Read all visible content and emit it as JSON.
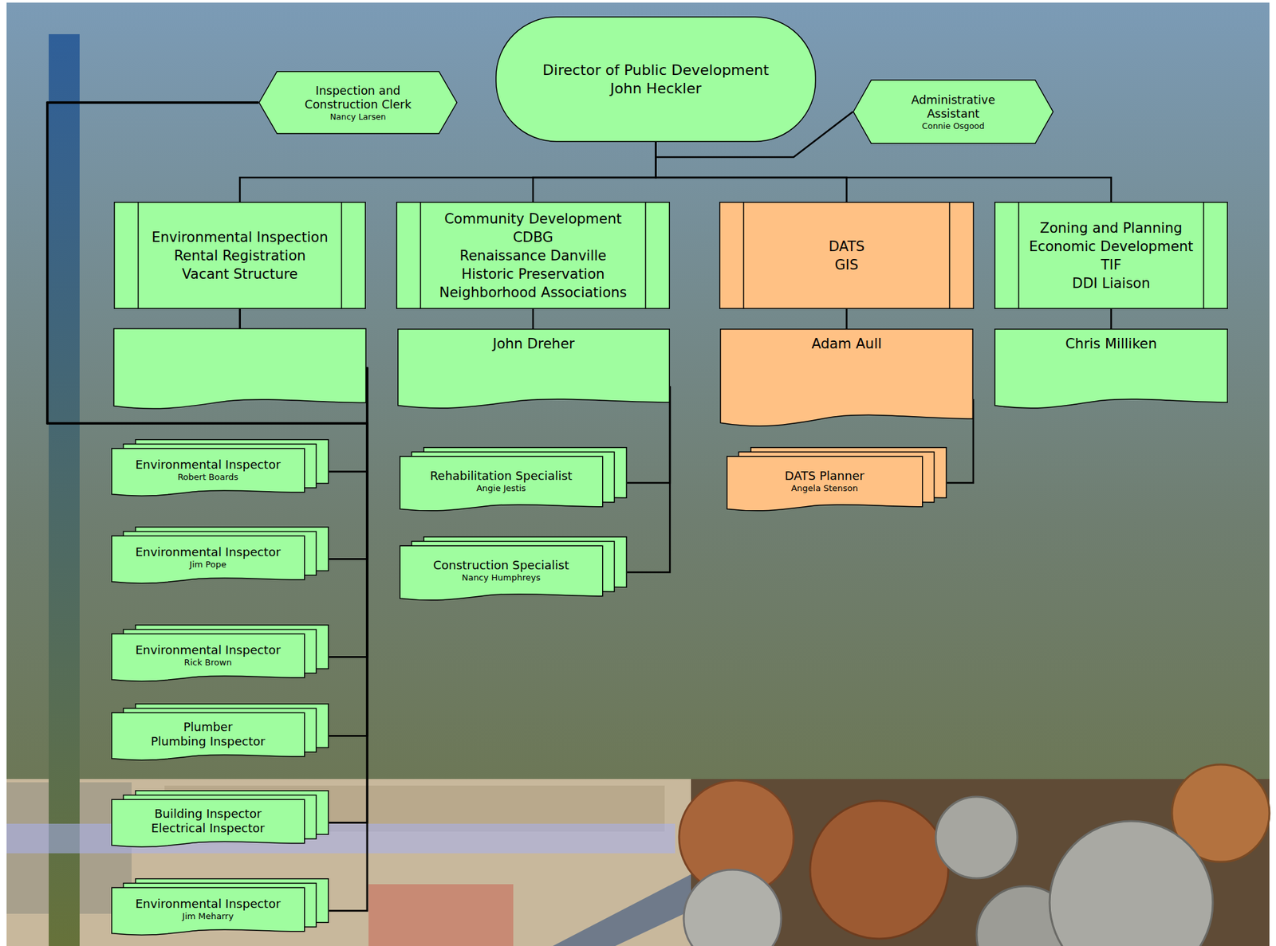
{
  "diagram": {
    "nodes": [
      {
        "text": [
          "Inspection and Construction Clerk",
          "Nancy Larsen"
        ]
      },
      {
        "text": [
          "Director of Public Development",
          "John Heckler"
        ]
      },
      {
        "text": [
          "Administrative Assistant",
          "Connie Osgood"
        ]
      },
      {
        "text": [
          "Environmental Inspection",
          "Rental Registration",
          "Vacant Structure"
        ]
      },
      {
        "text": [
          "Community Development",
          "CDBG",
          "Renaissance Danville",
          "Historic Preservation",
          "Neighborhood Associations"
        ]
      },
      {
        "text": [
          "DATS",
          "GIS"
        ]
      },
      {
        "text": [
          "Zoning and Planning",
          "Economic Development",
          "TIF",
          "DDI Liaison"
        ]
      },
      {
        "text": [
          "John Dreher"
        ]
      },
      {
        "text": [
          "Adam Aull"
        ]
      },
      {
        "text": [
          "Chris Milliken"
        ]
      },
      {
        "text": [
          "Environmental Inspector",
          "Robert Boards"
        ]
      },
      {
        "text": [
          "Rehabilitation Specialist",
          "Angie Jestis"
        ]
      },
      {
        "text": [
          "DATS Planner",
          "Angela Stenson"
        ]
      },
      {
        "text": [
          "Environmental Inspector",
          "Jim Pope"
        ]
      },
      {
        "text": [
          "Construction Specialist",
          "Nancy Humphreys"
        ]
      },
      {
        "text": [
          "Environmental Inspector",
          "Rick Brown"
        ]
      },
      {
        "text": [
          "Plumber",
          "Plumbing Inspector"
        ]
      },
      {
        "text": [
          "Building Inspector",
          "Electrical Inspector"
        ]
      },
      {
        "text": [
          "Environmental Inspector",
          "Jim Meharry"
        ]
      }
    ],
    "edges": [
      {
        "from": 1,
        "to": 2,
        "arrow": "none"
      },
      {
        "from": 1,
        "to": 3,
        "arrow": "none"
      },
      {
        "from": 1,
        "to": 4,
        "arrow": "none"
      },
      {
        "from": 1,
        "to": 5,
        "arrow": "none"
      },
      {
        "from": 1,
        "to": 6,
        "arrow": "none"
      },
      {
        "from": 4,
        "to": 7,
        "arrow": "none"
      },
      {
        "from": 5,
        "to": 8,
        "arrow": "none"
      },
      {
        "from": 6,
        "to": 9,
        "arrow": "none"
      },
      {
        "from": 3,
        "to": 10,
        "arrow": "none"
      },
      {
        "from": 3,
        "to": 13,
        "arrow": "none"
      },
      {
        "from": 3,
        "to": 15,
        "arrow": "none"
      },
      {
        "from": 3,
        "to": 16,
        "arrow": "none"
      },
      {
        "from": 3,
        "to": 17,
        "arrow": "none"
      },
      {
        "from": 3,
        "to": 18,
        "arrow": "none"
      },
      {
        "from": 0,
        "to": 10,
        "arrow": "none"
      },
      {
        "from": 0,
        "to": 13,
        "arrow": "none"
      },
      {
        "from": 0,
        "to": 15,
        "arrow": "none"
      },
      {
        "from": 0,
        "to": 16,
        "arrow": "none"
      },
      {
        "from": 0,
        "to": 17,
        "arrow": "none"
      },
      {
        "from": 0,
        "to": 18,
        "arrow": "none"
      },
      {
        "from": 7,
        "to": 11,
        "arrow": "none"
      },
      {
        "from": 7,
        "to": 14,
        "arrow": "none"
      },
      {
        "from": 8,
        "to": 12,
        "arrow": "none"
      }
    ]
  }
}
